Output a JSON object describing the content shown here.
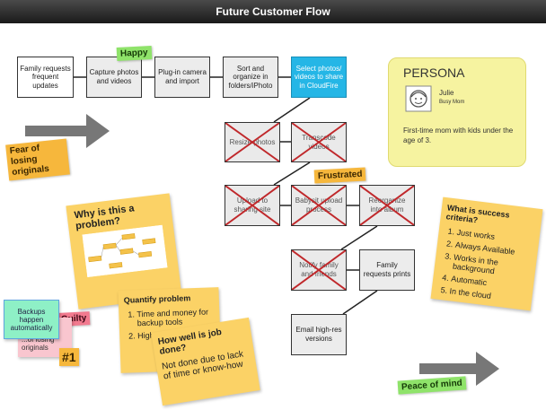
{
  "window": {
    "title": "Future Customer Flow"
  },
  "flow_boxes": {
    "family_requests_updates": "Family requests frequent updates",
    "capture": "Capture photos and videos",
    "plugin": "Plug-in camera and import",
    "sort": "Sort and organize in folders/iPhoto",
    "select": "Select photos/ videos to share in CloudFire",
    "resize": "Resize photos",
    "transcode": "Transcode videos",
    "upload_site": "Upload to sharing site",
    "babysit": "Babysit upload process",
    "reorganize": "Reorganize into album",
    "notify": "Notify family and friends",
    "family_prints": "Family requests prints",
    "email_versions": "Email high-res versions"
  },
  "tags": {
    "happy": "Happy",
    "frustrated": "Frustrated",
    "guilty": "Guilty",
    "peace": "Peace of mind",
    "fear": "Fear of losing originals",
    "number_one": "#1"
  },
  "persona": {
    "heading": "PERSONA",
    "name": "Julie",
    "role": "Busy Mom",
    "description": "First-time mom with kids under the age of 3."
  },
  "notes": {
    "why_problem": "Why is this a problem?",
    "quantify_title": "Quantify problem",
    "quantify_items": [
      "Time and money for backup tools",
      "High cost of ca..."
    ],
    "job_done_title": "How well is job done?",
    "job_done_body": "Not done due to lack of time or know-how",
    "success_title": "What is success criteria?",
    "success_items": [
      "Just works",
      "Always Available",
      "Works in the background",
      "Automatic",
      "In the cloud"
    ],
    "backups": "Backups happen automatically",
    "losing": "...of losing originals"
  }
}
